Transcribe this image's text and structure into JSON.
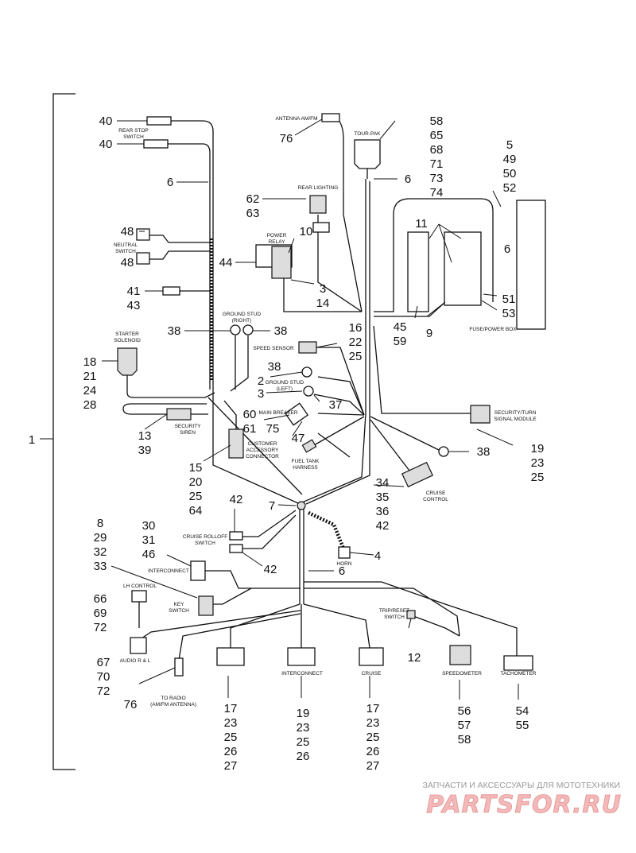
{
  "callouts": [
    "1",
    "40",
    "40",
    "6",
    "62",
    "63",
    "48",
    "48",
    "44",
    "41",
    "43",
    "38",
    "38",
    "18",
    "21",
    "24",
    "28",
    "13",
    "39",
    "15",
    "20",
    "25",
    "64",
    "10",
    "3",
    "14",
    "58",
    "65",
    "68",
    "71",
    "73",
    "74",
    "76",
    "6",
    "5",
    "49",
    "50",
    "52",
    "11",
    "6",
    "45",
    "59",
    "9",
    "51",
    "53",
    "16",
    "22",
    "25",
    "2",
    "3",
    "38",
    "37",
    "60",
    "61",
    "75",
    "47",
    "38",
    "19",
    "23",
    "25",
    "34",
    "35",
    "36",
    "42",
    "7",
    "42",
    "42",
    "30",
    "31",
    "46",
    "4",
    "6",
    "8",
    "29",
    "32",
    "33",
    "66",
    "69",
    "72",
    "67",
    "70",
    "72",
    "76",
    "12",
    "17",
    "23",
    "25",
    "26",
    "27",
    "19",
    "23",
    "25",
    "26",
    "17",
    "23",
    "25",
    "26",
    "27",
    "56",
    "57",
    "58",
    "54",
    "55"
  ],
  "labels": [
    "REAR STOP",
    "SWITCH",
    "NEUTRAL",
    "SWITCH",
    "STARTER",
    "SOLENOID",
    "SECURITY",
    "SIREN",
    "CUSTOMER",
    "ACCESSORY",
    "CONNECTOR",
    "GROUND STUD",
    "(RIGHT)",
    "GROUND STUD",
    "(LEFT)",
    "REAR LIGHTING",
    "POWER",
    "RELAY",
    "ANTENNA AM/FM",
    "TOUR-PAK",
    "SPEED SENSOR",
    "MAIN BREAKER",
    "FUEL TANK",
    "HARNESS",
    "FUSE/POWER BOX",
    "SECURITY/TURN",
    "SIGNAL MODULE",
    "CRUISE",
    "CONTROL",
    "CRUISE ROLLOFF",
    "SWITCH",
    "HORN",
    "INTERCONNECT",
    "LH CONTROL",
    "KEY",
    "SWITCH",
    "AUDIO R & L",
    "TO RADIO",
    "(AM/FM ANTENNA)",
    "TRIP/RESET",
    "SWITCH",
    "INTERCONNECT",
    "CRUISE",
    "SPEEDOMETER",
    "TACHOMETER"
  ],
  "watermark": {
    "tagline": "ЗАПЧАСТИ И АКСЕССУАРЫ ДЛЯ МОТОТЕХНИКИ",
    "logo": "PARTSFOR.RU"
  }
}
